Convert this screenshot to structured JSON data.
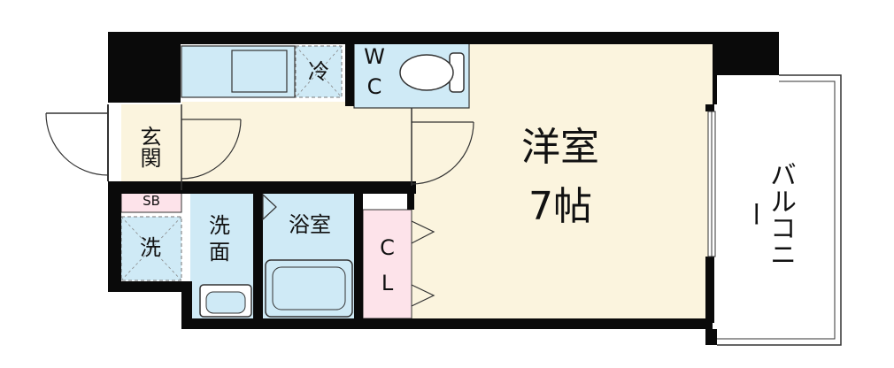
{
  "floorplan": {
    "rooms": {
      "western": {
        "name": "洋室",
        "size": "7帖"
      },
      "entrance": "玄関",
      "shoe_box": "SB",
      "fridge": "冷",
      "wc_line1": "W",
      "wc_line2": "C",
      "washbasin": "洗\n面",
      "washer": "洗",
      "bath": "浴室",
      "closet_line1": "C",
      "closet_line2": "L",
      "balcony": "バルコニー"
    },
    "colors": {
      "wall": "#0a0a0a",
      "floor_western": "#fbf4de",
      "floor_wet": "#cfeaf6",
      "closet": "#fde3ea",
      "shoe_box": "#fde3ea",
      "balcony": "#ffffff",
      "line": "#333333"
    }
  }
}
